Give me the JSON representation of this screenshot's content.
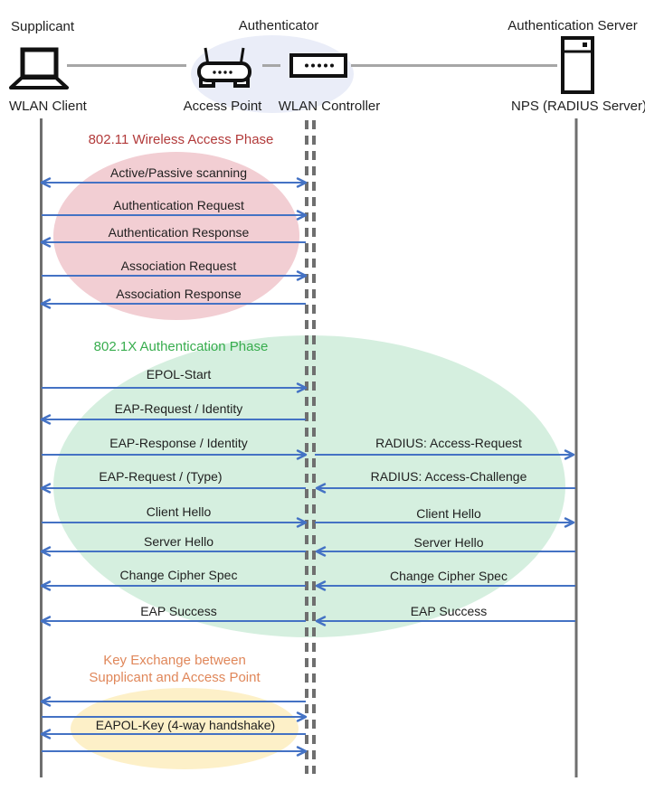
{
  "roles": {
    "supplicant": "Supplicant",
    "authenticator": "Authenticator",
    "auth_server": "Authentication Server"
  },
  "actors": {
    "wlan_client": "WLAN Client",
    "access_point": "Access Point",
    "wlan_controller": "WLAN Controller",
    "nps": "NPS (RADIUS Server)"
  },
  "colors": {
    "arrow_blue": "#4472C4",
    "lifeline_gray": "#6f6f6f",
    "connector_gray": "#a6a6a6",
    "phase1_title": "#b23a3a",
    "phase1_ellipse": "#f2ced3",
    "phase2_title": "#38ad4e",
    "phase2_ellipse": "#d5efdf",
    "phase3_title": "#e0875a",
    "phase3_ellipse": "#fdf0c8",
    "authenticator_ellipse": "#eaedf8"
  },
  "phases": [
    {
      "title": "802.11 Wireless Access Phase",
      "messages": [
        {
          "label": "Active/Passive scanning",
          "segment": "client-controller",
          "direction": "both"
        },
        {
          "label": "Authentication Request",
          "segment": "client-controller",
          "direction": "right"
        },
        {
          "label": "Authentication Response",
          "segment": "client-controller",
          "direction": "left"
        },
        {
          "label": "Association Request",
          "segment": "client-controller",
          "direction": "right"
        },
        {
          "label": "Association Response",
          "segment": "client-controller",
          "direction": "left"
        }
      ]
    },
    {
      "title": "802.1X Authentication Phase",
      "messages": [
        {
          "label": "EPOL-Start",
          "segment": "client-controller",
          "direction": "right"
        },
        {
          "label": "EAP-Request / Identity",
          "segment": "client-controller",
          "direction": "left"
        },
        {
          "label": "EAP-Response / Identity",
          "segment": "client-controller",
          "direction": "right"
        },
        {
          "label": "RADIUS: Access-Request",
          "segment": "controller-server",
          "direction": "right"
        },
        {
          "label": "EAP-Request / (Type)",
          "segment": "client-controller",
          "direction": "left"
        },
        {
          "label": "RADIUS: Access-Challenge",
          "segment": "controller-server",
          "direction": "left"
        },
        {
          "label": "Client Hello",
          "segment": "client-controller",
          "direction": "right"
        },
        {
          "label": "Client Hello",
          "segment": "controller-server",
          "direction": "right"
        },
        {
          "label": "Server Hello",
          "segment": "client-controller",
          "direction": "left"
        },
        {
          "label": "Server Hello",
          "segment": "controller-server",
          "direction": "left"
        },
        {
          "label": "Change Cipher Spec",
          "segment": "client-controller",
          "direction": "left"
        },
        {
          "label": "Change Cipher Spec",
          "segment": "controller-server",
          "direction": "left"
        },
        {
          "label": "EAP Success",
          "segment": "client-controller",
          "direction": "left"
        },
        {
          "label": "EAP Success",
          "segment": "controller-server",
          "direction": "left"
        }
      ]
    },
    {
      "title_lines": [
        "Key Exchange between",
        "Supplicant and Access Point"
      ],
      "messages": [
        {
          "label": "",
          "segment": "client-controller",
          "direction": "left"
        },
        {
          "label": "",
          "segment": "client-controller",
          "direction": "right"
        },
        {
          "label": "EAPOL-Key (4-way handshake)",
          "segment": "client-controller",
          "direction": "left"
        },
        {
          "label": "",
          "segment": "client-controller",
          "direction": "right"
        }
      ]
    }
  ]
}
